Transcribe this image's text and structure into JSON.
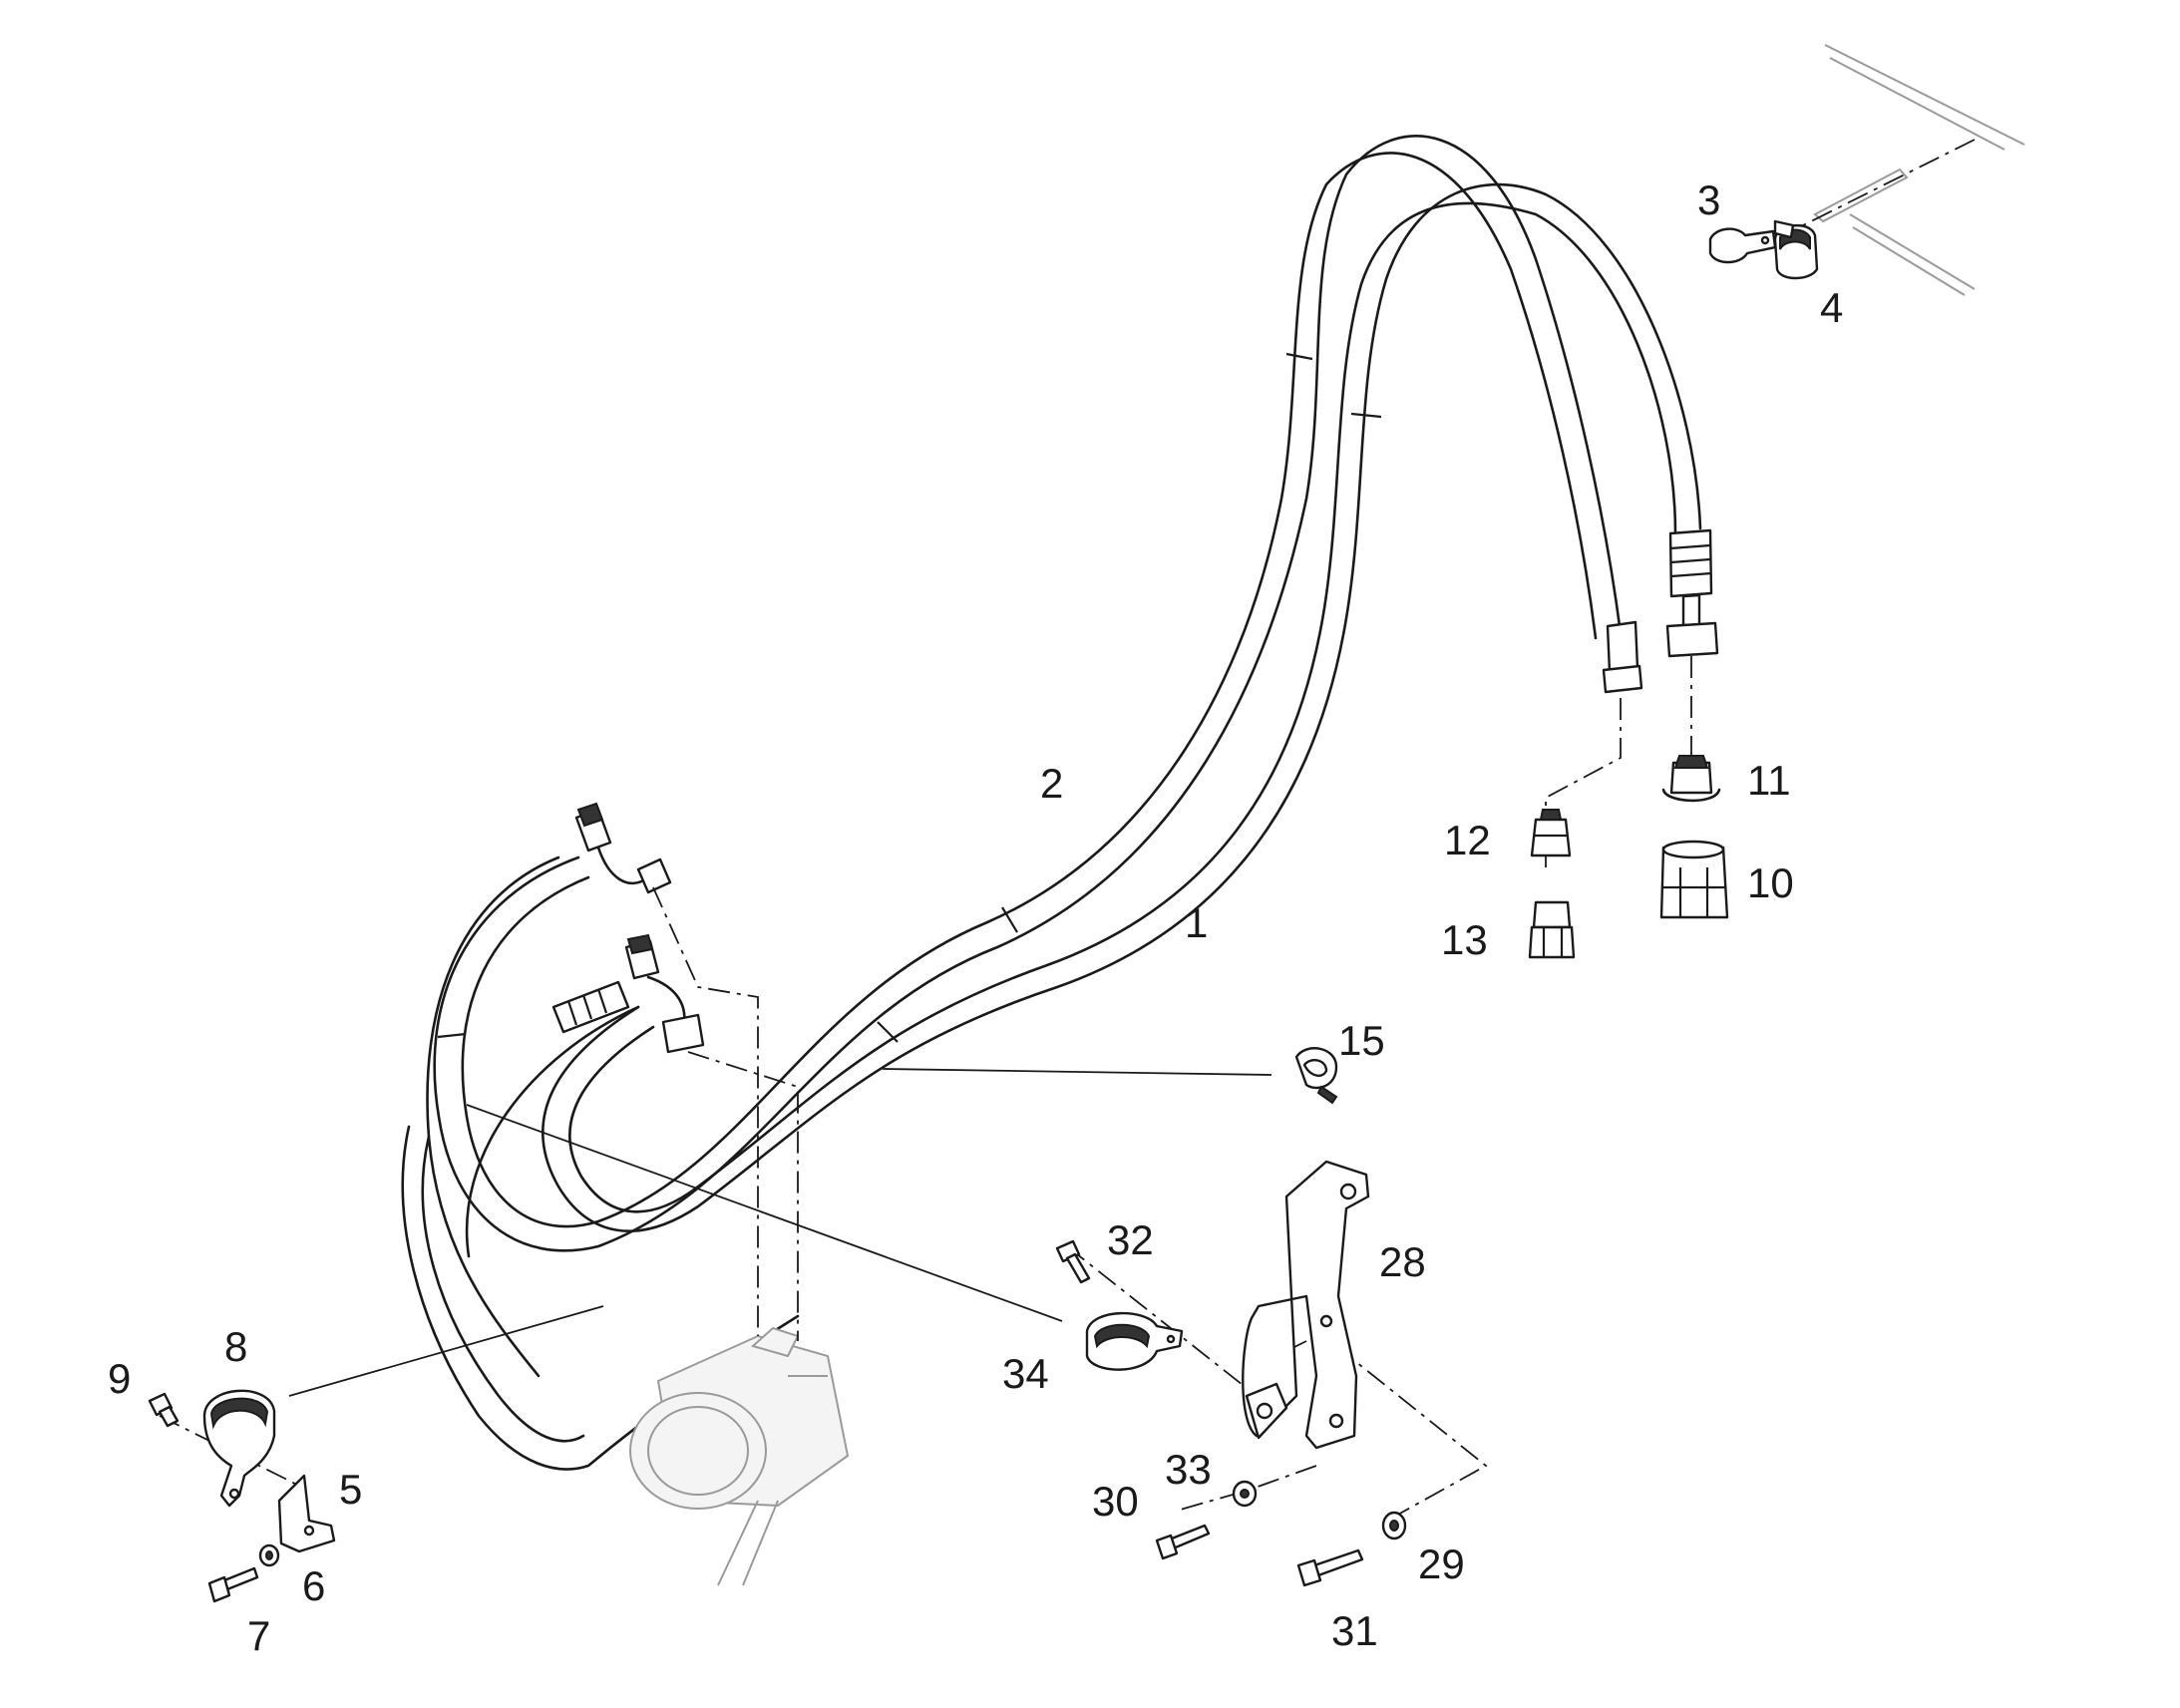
{
  "callouts": {
    "c1": "1",
    "c2": "2",
    "c3": "3",
    "c4": "4",
    "c5": "5",
    "c6": "6",
    "c7": "7",
    "c8": "8",
    "c9": "9",
    "c10": "10",
    "c11": "11",
    "c12": "12",
    "c13": "13",
    "c15": "15",
    "c28": "28",
    "c29": "29",
    "c30": "30",
    "c31": "31",
    "c32": "32",
    "c33": "33",
    "c34": "34"
  },
  "colors": {
    "line": "#1a1a1a",
    "ghost": "#9a9a9a",
    "background": "#ffffff"
  }
}
